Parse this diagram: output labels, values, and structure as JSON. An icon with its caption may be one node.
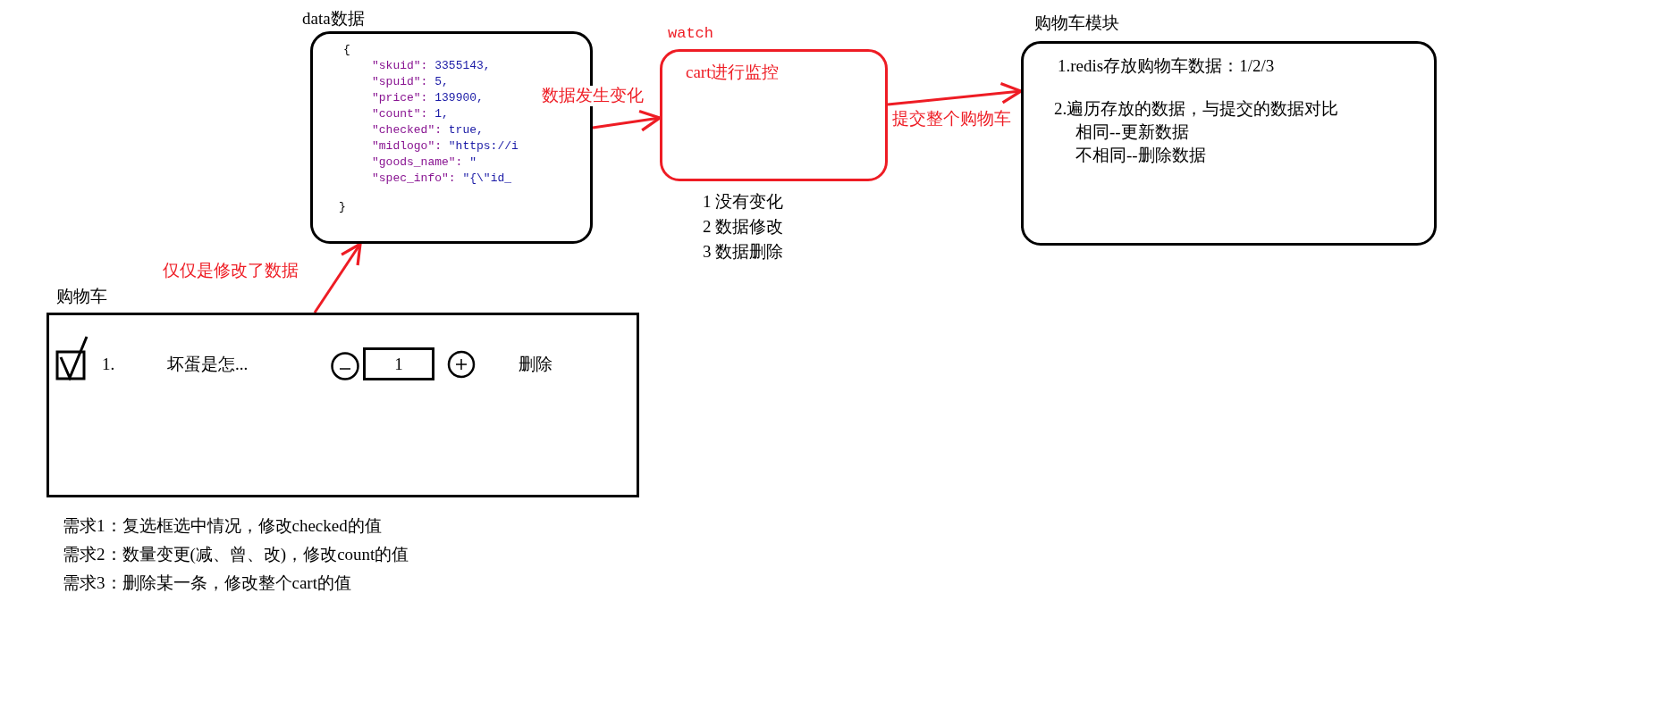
{
  "diagram": {
    "nodes": [
      {
        "text": [
          "data数据",
          "{",
          "\"skuid\": 3355143,",
          "\"spuid\": 5,",
          "\"price\": 139900,",
          "\"count\": 1,",
          "\"checked\": true,",
          "\"midlogo\": \"https://i",
          "\"goods_name\": \"",
          "\"spec_info\": \"{\\\"id_",
          "}"
        ]
      },
      {
        "text": [
          "watch",
          "cart进行监控"
        ]
      },
      {
        "text": [
          "购物车模块",
          "1.redis存放购物车数据：1/2/3",
          "2.遍历存放的数据，与提交的数据对比",
          "相同--更新数据",
          "不相同--删除数据"
        ]
      },
      {
        "text": [
          "购物车"
        ]
      }
    ],
    "edges": [
      {
        "from": 0,
        "to": 1,
        "arrow": "to",
        "label": "数据发生变化"
      },
      {
        "from": 1,
        "to": 2,
        "arrow": "to",
        "label": "提交整个购物车"
      },
      {
        "from": 3,
        "to": 0,
        "arrow": "to",
        "label": "仅仅是修改了数据"
      }
    ],
    "labels": [
      "1 没有变化",
      "2 数据修改",
      "3 数据删除",
      "1.",
      "坏蛋是怎...",
      "1",
      "删除",
      "需求1：复选框选中情况，修改checked的值",
      "需求2：数量变更(减、曾、改)，修改count的值",
      "需求3：删除某一条，修改整个cart的值"
    ]
  }
}
